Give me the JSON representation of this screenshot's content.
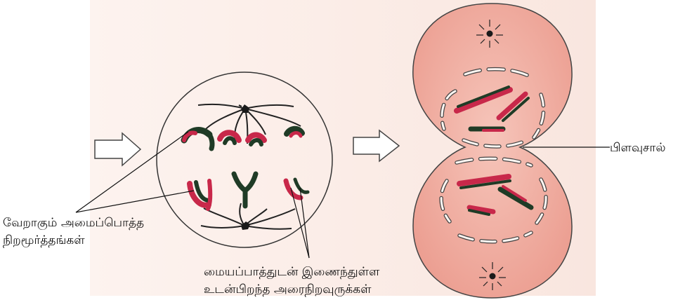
{
  "labels": {
    "cleavage_furrow": "பிளவுசால்",
    "homologous_chromosomes_line1": "வேறாகும் அமைப்பொத்த",
    "homologous_chromosomes_line2": "நிறமூர்த்தங்கள்",
    "sister_chromatids_line1": "மையப்பாத்துடன் இணைந்துள்ள",
    "sister_chromatids_line2": "உடன்பிறந்த அரைநிறவுருக்கள்"
  },
  "colors": {
    "panel_background": "#fbeee8",
    "cell_fill_right": "#f2b0a4",
    "chromosome_red": "#c8284a",
    "chromosome_green": "#1f3b26",
    "outline": "#222222"
  }
}
